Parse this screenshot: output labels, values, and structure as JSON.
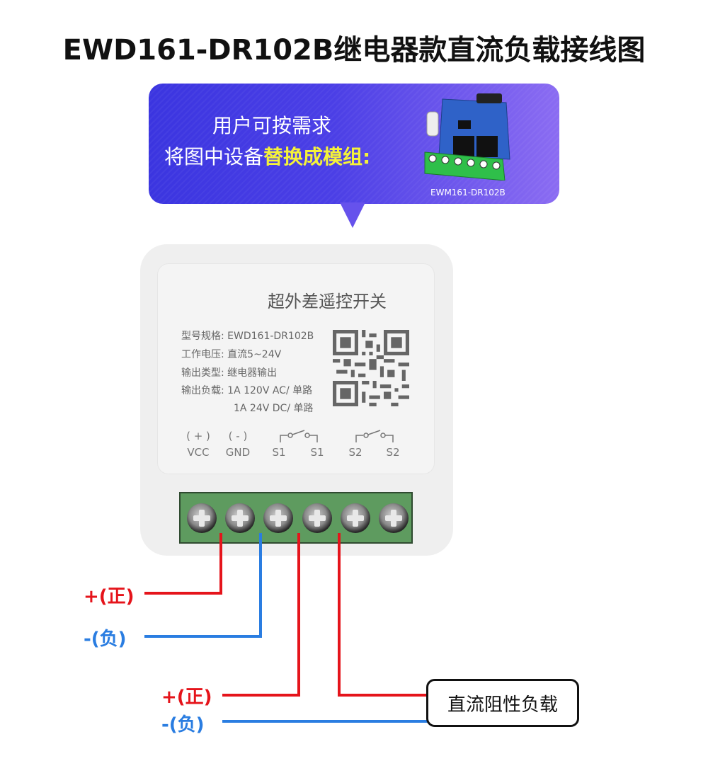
{
  "title": "EWD161-DR102B继电器款直流负载接线图",
  "banner": {
    "line1": "用户可按需求",
    "line2_prefix": "将图中设备",
    "line2_highlight": "替换成模组:",
    "module_label": "EWM161-DR102B",
    "colors": {
      "gradient_start": "#3b35e0",
      "gradient_end": "#8b6cf2",
      "highlight": "#f5f23a"
    }
  },
  "device": {
    "name": "超外差遥控开关",
    "specs": [
      {
        "label": "型号规格:",
        "value": "EWD161-DR102B"
      },
      {
        "label": "工作电压:",
        "value": "直流5~24V"
      },
      {
        "label": "输出类型:",
        "value": "继电器输出"
      },
      {
        "label": "输出负载:",
        "value": "1A 120V AC/ 单路"
      },
      {
        "label": "",
        "value": "1A 24V DC/ 单路"
      }
    ],
    "terminals": [
      {
        "polarity": "( + )",
        "name": "VCC"
      },
      {
        "polarity": "( - )",
        "name": "GND"
      },
      {
        "polarity": "",
        "name": "S1"
      },
      {
        "polarity": "",
        "name": "S1"
      },
      {
        "polarity": "",
        "name": "S2"
      },
      {
        "polarity": "",
        "name": "S2"
      }
    ]
  },
  "wiring": {
    "supply_positive": "+(正)",
    "supply_negative": "-(负)",
    "load_positive": "+(正)",
    "load_negative": "-(负)",
    "load_label": "直流阻性负载",
    "colors": {
      "positive": "#e5141b",
      "negative": "#2a7de1",
      "terminal_block": "#5e9b5f"
    }
  }
}
